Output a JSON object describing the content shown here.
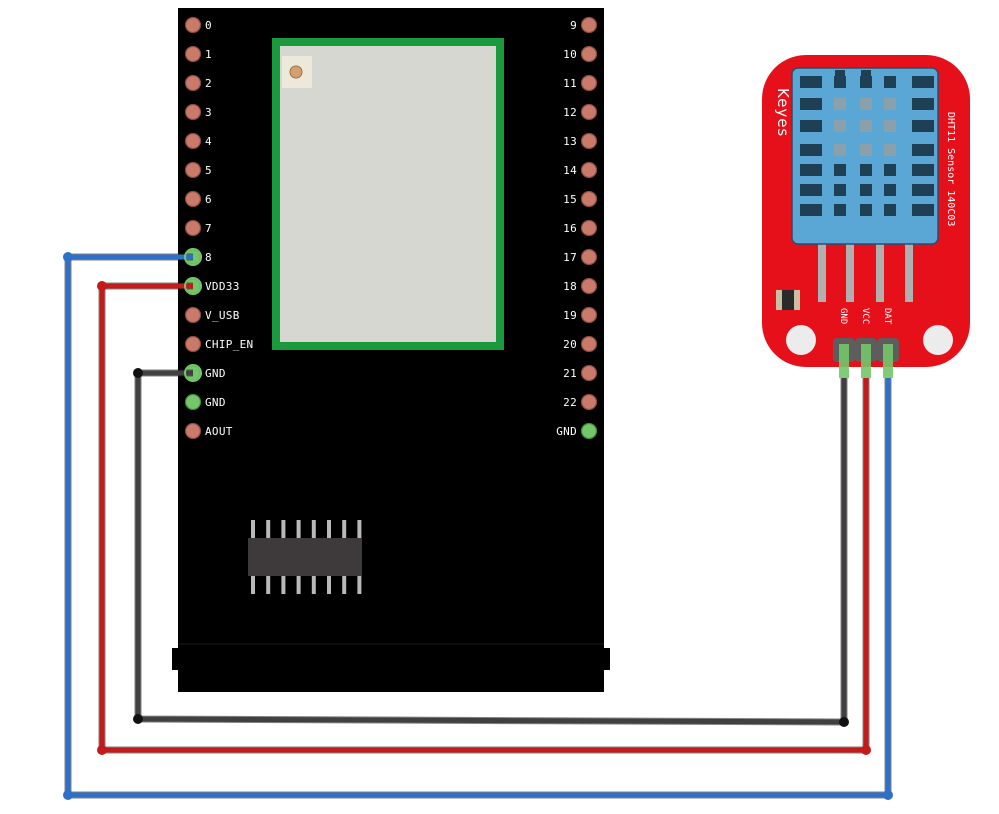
{
  "board": {
    "left_pins": [
      "0",
      "1",
      "2",
      "3",
      "4",
      "5",
      "6",
      "7",
      "8",
      "VDD33",
      "V_USB",
      "CHIP_EN",
      "GND",
      "GND",
      "AOUT"
    ],
    "right_pins": [
      "9",
      "10",
      "11",
      "12",
      "13",
      "14",
      "15",
      "16",
      "17",
      "18",
      "19",
      "20",
      "21",
      "22",
      "GND"
    ],
    "connected_left_pins": [
      "8",
      "VDD33",
      "GND"
    ]
  },
  "sensor": {
    "brand": "Keyes",
    "title": "DHT11 Sensor 140C03",
    "pins": [
      "GND",
      "VCC",
      "DAT"
    ]
  },
  "wires": [
    {
      "color": "#2e6fc8",
      "from": "8",
      "to": "DAT"
    },
    {
      "color": "#c41a1a",
      "from": "VDD33",
      "to": "VCC"
    },
    {
      "color": "#404040",
      "from": "GND",
      "to": "GND"
    }
  ],
  "colors": {
    "board": "#000000",
    "pad": "#c97a6a",
    "pad_green": "#74c66a",
    "module_border": "#1a9a3c",
    "module_fill": "#d7d7d2",
    "sensor_board": "#e5101a",
    "sensor_cap": "#5aa7d6"
  }
}
